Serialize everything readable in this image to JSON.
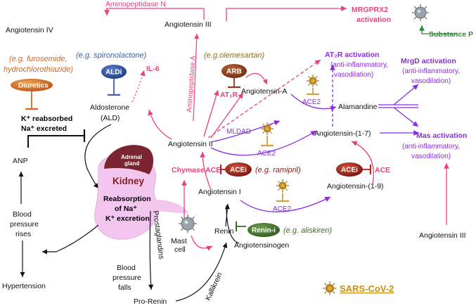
{
  "nodes": {
    "angiotensin_iv": "Angiotensin IV",
    "angiotensin_iii_top": "Angiotensin III",
    "aminopeptidase_n": "Aminopeptidase N",
    "aminopeptidase_a": "Aminopeptidase A",
    "mrgprx2_line1": "MRGPRX2",
    "mrgprx2_line2": "activation",
    "substance_p": "Substance P",
    "diuretics_example_1": "(e.g. furosemide,",
    "diuretics_example_2": "hydrochlorothiazide)",
    "diuretics": "Diuretics",
    "spironolactone": "(e.g. spironolactone)",
    "aldi": "ALDi",
    "il6": "IL-6",
    "aldosterone_1": "Aldosterone",
    "aldosterone_2": "(ALD)",
    "olemesartan": "(e.g.olemesartan)",
    "arb": "ARB",
    "at1r": "AT₁R",
    "at2r_activation": "AT₂R activation",
    "anti_inflammatory": "(anti-inflammatory,",
    "vasodilation": "vasodilation)",
    "mrgd_activation": "MrgD activation",
    "mas_activation": "Mas activation",
    "angiotensin_a": "Angiotensin-A",
    "ace2": "ACE2",
    "alamandine": "Alamandine",
    "k_reabsorbed": "K⁺ reabsorbed",
    "na_excreted": "Na⁺ excreted",
    "anp": "ANP",
    "adrenal_gland_1": "Adrenal",
    "adrenal_gland_2": "gland",
    "kidney": "Kidney",
    "reabsorption_1": "Reabsorption",
    "reabsorption_2": "of Na⁺",
    "reabsorption_3": "K⁺ excretion",
    "angiotensin_ii": "Angiotensin II",
    "mldad": "MLDAD",
    "angiotensin_1_7": "Angiotensin-(1-7)",
    "chymase": "Chymase",
    "ace": "ACE",
    "acei": "ACEi",
    "ramipril": "(e.g. ramipril)",
    "angiotensin_i": "Angiotensin I",
    "angiotensin_1_9": "Angiotensin-(1-9)",
    "blood_pressure_rises_1": "Blood",
    "blood_pressure_rises_2": "pressure",
    "blood_pressure_rises_3": "rises",
    "mast_cell_1": "Mast",
    "mast_cell_2": "cell",
    "renin": "Renin",
    "renin_i": "Renin-i",
    "aliskiren": "(e.g. aliskiren)",
    "angiotensinogen": "Angiotensinogen",
    "prostaglandins": "Prostaglandins",
    "angiotensin_iii_bottom": "Angiotensin III",
    "hypertension": "Hypertension",
    "blood_pressure_falls_1": "Blood",
    "blood_pressure_falls_2": "pressure",
    "blood_pressure_falls_3": "falls",
    "pro_renin": "Pro-Renin",
    "kallikrein": "Kallikrein",
    "sars_cov_2": "SARS-CoV-2"
  },
  "colors": {
    "pink": "#e8417f",
    "purple": "#8a2be2",
    "green": "#2e8b3a",
    "orange": "#d2691e",
    "blue": "#3a5fb0",
    "olive": "#8a6d1a",
    "brown_inhibitor": "#8b3a1a",
    "red_inhibitor": "#b22222",
    "renin_i_green": "#3d6b2a",
    "kidney_pink": "#f2c6ef",
    "adrenal_maroon": "#7a2530"
  },
  "icons": [
    "virus-icon",
    "mast-cell-icon",
    "sars-cov-2-icon",
    "kidney-icon",
    "adrenal-gland-icon"
  ]
}
